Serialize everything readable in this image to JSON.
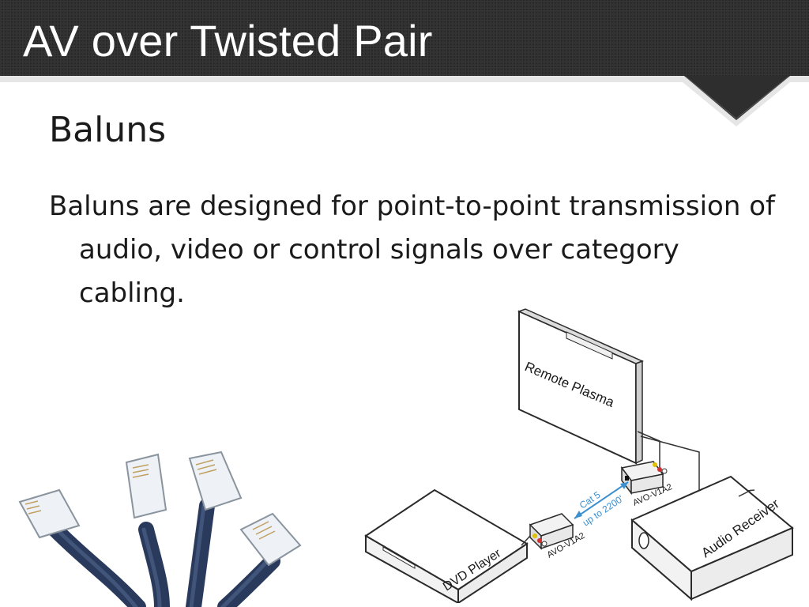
{
  "slide": {
    "title": "AV over Twisted Pair",
    "heading": "Baluns",
    "body": "Baluns are designed for point-to-point transmission of audio, video or control signals over category cabling."
  },
  "diagram": {
    "remote_plasma": "Remote Plasma",
    "dvd_player": "DVD Player",
    "audio_receiver": "Audio Receiver",
    "balun_left": "AVO-V1A2",
    "balun_right": "AVO-V1A2",
    "cable_label_1": "Cat 5",
    "cable_label_2": "up to 2200'"
  },
  "colors": {
    "title_bar": "#2e2e2e",
    "cat5_line": "#3a8fd0",
    "cable_blue": "#2a3a5c"
  }
}
